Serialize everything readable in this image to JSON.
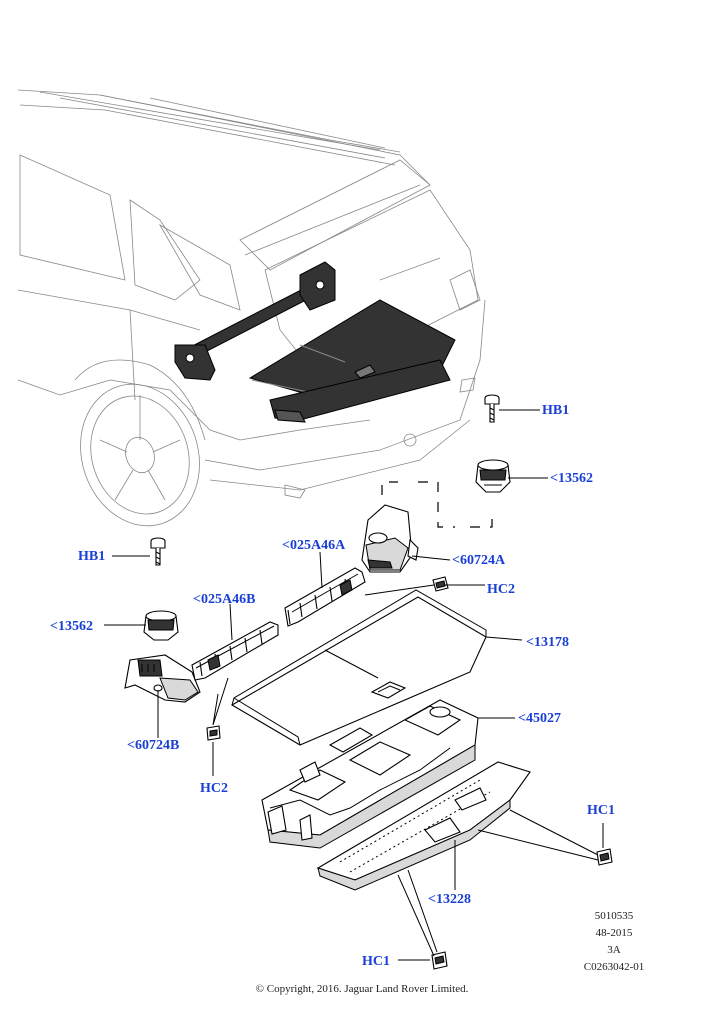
{
  "callouts": {
    "hb1_right": "HB1",
    "p13562_right": "<13562",
    "p60724a": "<60724A",
    "p025a46a": "<025A46A",
    "hc2_top": "HC2",
    "hb1_left": "HB1",
    "p025a46b": "<025A46B",
    "p13562_left": "<13562",
    "p13178": "<13178",
    "p45027": "<45027",
    "p60724b": "<60724B",
    "hc2_bottom": "HC2",
    "hc1_right": "HC1",
    "p13228": "<13228",
    "hc1_bottom": "HC1"
  },
  "reference": {
    "line1": "5010535",
    "line2": "48-2015",
    "line3": "3A",
    "line4": "C0263042-01"
  },
  "copyright": "© Copyright, 2016. Jaguar Land Rover Limited."
}
